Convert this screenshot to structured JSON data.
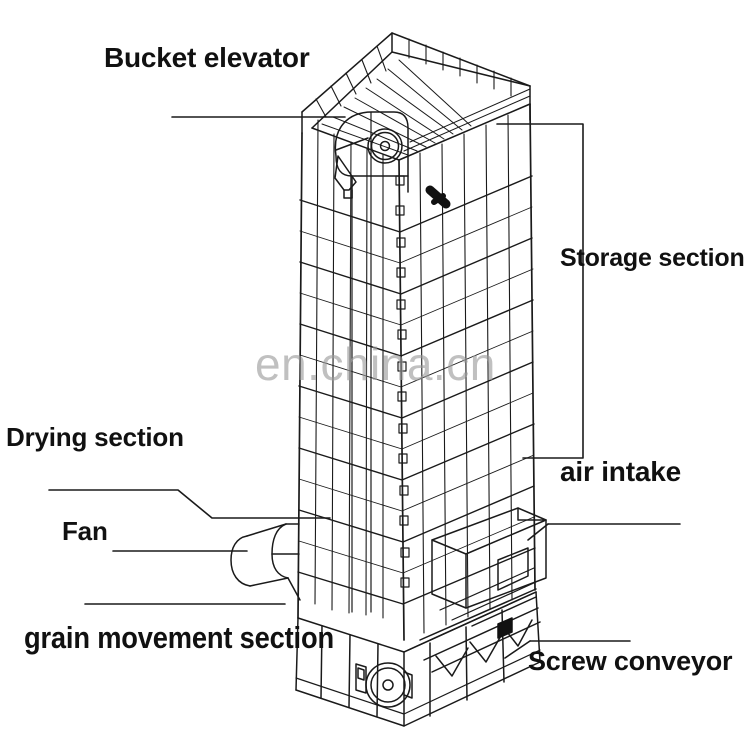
{
  "diagram": {
    "title": "Grain dryer labeled cross-section diagram",
    "subject": "tower grain dryer",
    "line_color": "#1a1a1a",
    "background_color": "#ffffff"
  },
  "labels": {
    "bucket_elevator": "Bucket elevator",
    "storage_section": "Storage section",
    "air_intake": "air intake",
    "drying_section": "Drying section",
    "fan": "Fan",
    "grain_movement_section": "grain movement section",
    "screw_conveyor": "Screw conveyor"
  },
  "watermark": {
    "text": "en.china.cn",
    "color": "#9b9b9b"
  },
  "parts": {
    "elevator_head": "bucket-elevator-head-pulley",
    "elevator_hopper": "discharge-hopper",
    "top_grain_bed": "open-top-grain-bed",
    "storage_bin": "storage-bin-panels",
    "drying_column": "drying-column-panels",
    "fan_housing": "cylindrical-fan-housing",
    "air_intake_box": "air-intake-duct-box",
    "base_frame": "base-support-frame",
    "motor_pulley": "base-motor-pulley",
    "screw_trough": "screw-conveyor-trough"
  }
}
